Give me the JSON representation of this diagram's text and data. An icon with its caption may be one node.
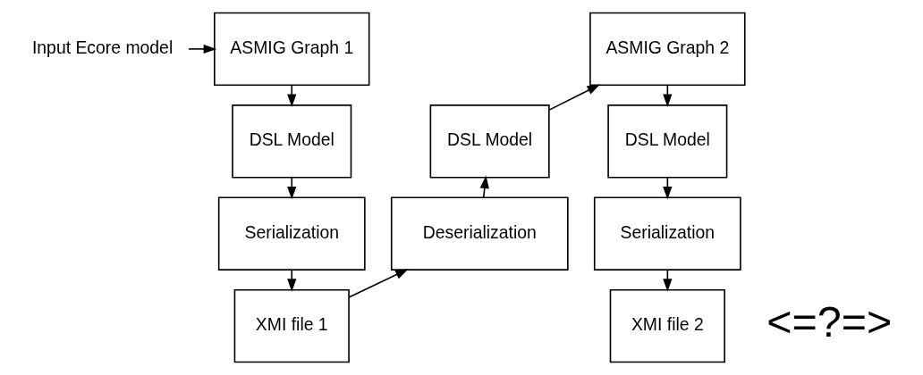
{
  "diagram": {
    "nodes": [
      {
        "text": [
          "Input Ecore model"
        ]
      },
      {
        "text": [
          "ASMIG Graph 1"
        ]
      },
      {
        "text": [
          "DSL Model"
        ]
      },
      {
        "text": [
          "Serialization"
        ]
      },
      {
        "text": [
          "XMI file 1"
        ]
      },
      {
        "text": [
          "Deserialization"
        ]
      },
      {
        "text": [
          "DSL Model"
        ]
      },
      {
        "text": [
          "ASMIG Graph 2"
        ]
      },
      {
        "text": [
          "DSL Model"
        ]
      },
      {
        "text": [
          "Serialization"
        ]
      },
      {
        "text": [
          "XMI file 2"
        ]
      }
    ],
    "edges": [
      {
        "from": 0,
        "to": 1,
        "arrow": "to"
      },
      {
        "from": 1,
        "to": 2,
        "arrow": "to"
      },
      {
        "from": 2,
        "to": 3,
        "arrow": "to"
      },
      {
        "from": 3,
        "to": 4,
        "arrow": "to"
      },
      {
        "from": 4,
        "to": 5,
        "arrow": "to"
      },
      {
        "from": 5,
        "to": 6,
        "arrow": "to"
      },
      {
        "from": 6,
        "to": 7,
        "arrow": "to"
      },
      {
        "from": 7,
        "to": 8,
        "arrow": "to"
      },
      {
        "from": 8,
        "to": 9,
        "arrow": "to"
      },
      {
        "from": 9,
        "to": 10,
        "arrow": "to"
      }
    ],
    "labels": [
      "<=?=>"
    ]
  }
}
